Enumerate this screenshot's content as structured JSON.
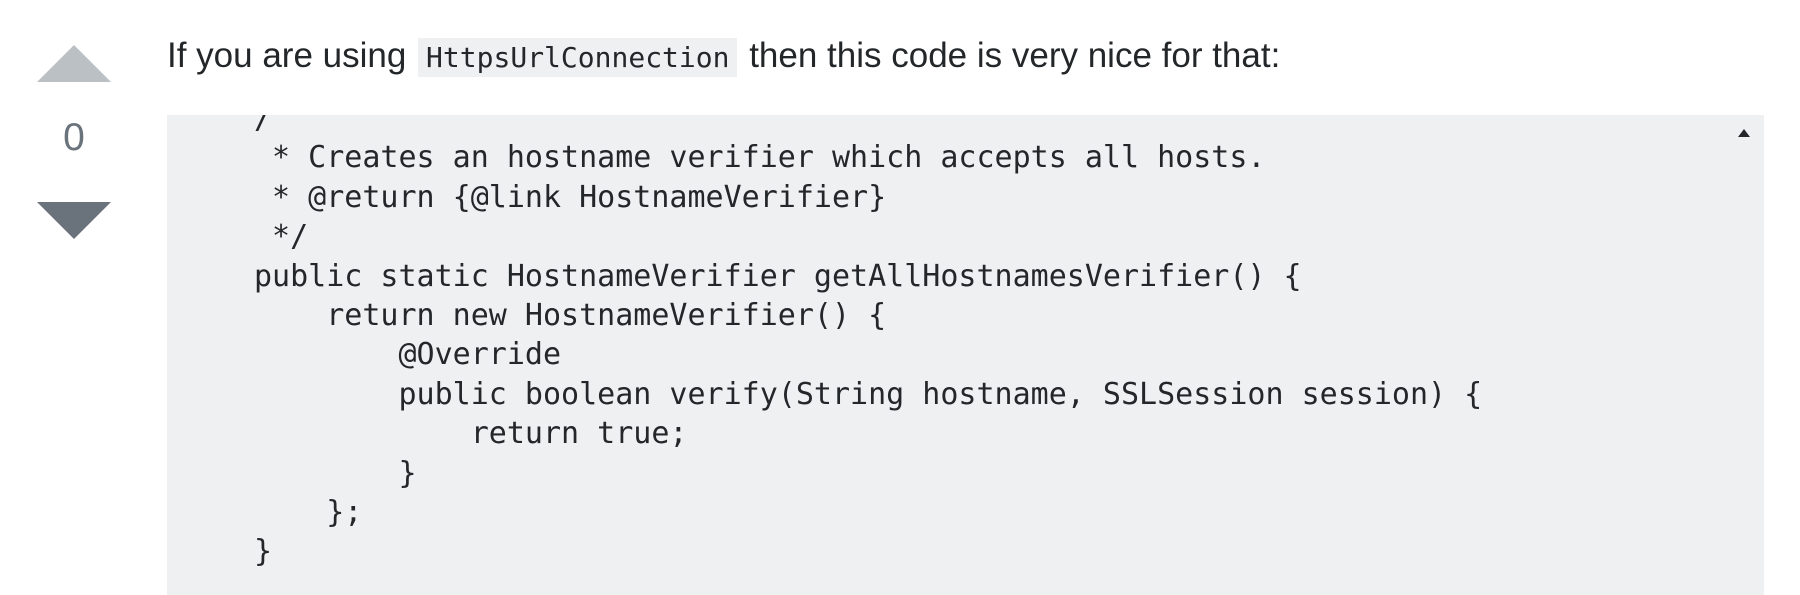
{
  "vote": {
    "count": "0",
    "up_icon": "arrow-up-icon",
    "down_icon": "arrow-down-icon"
  },
  "post": {
    "text_before": "If you are using ",
    "inline_code": "HttpsUrlConnection",
    "text_after": " then this code is very nice for that:"
  },
  "code": {
    "lines": [
      "/",
      " * Creates an hostname verifier which accepts all hosts.",
      " * @return {@link HostnameVerifier}",
      " */",
      "public static HostnameVerifier getAllHostnamesVerifier() {",
      "    return new HostnameVerifier() {",
      "        @Override",
      "        public boolean verify(String hostname, SSLSession session) {",
      "            return true;",
      "        }",
      "    };",
      "}"
    ],
    "scroll_icon": "scroll-up-arrow-icon"
  },
  "colors": {
    "code_background": "#eff0f1",
    "text": "#242729",
    "vote_up_arrow": "#bbc0c4",
    "vote_down_arrow": "#6a737c",
    "vote_count": "#6a737c"
  }
}
